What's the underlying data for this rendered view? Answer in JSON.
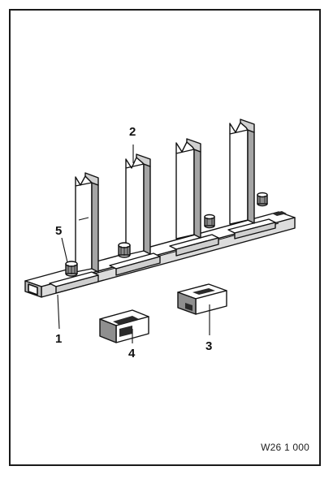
{
  "figure": {
    "code": "W26 1 000"
  },
  "callouts": [
    {
      "id": "1",
      "text": "1"
    },
    {
      "id": "2",
      "text": "2"
    },
    {
      "id": "3",
      "text": "3"
    },
    {
      "id": "4",
      "text": "4"
    },
    {
      "id": "5",
      "text": "5"
    }
  ],
  "colors": {
    "line": "#111111",
    "fill": "#ffffff",
    "shade": "#9a9a9a",
    "dark": "#2a2a2a"
  }
}
